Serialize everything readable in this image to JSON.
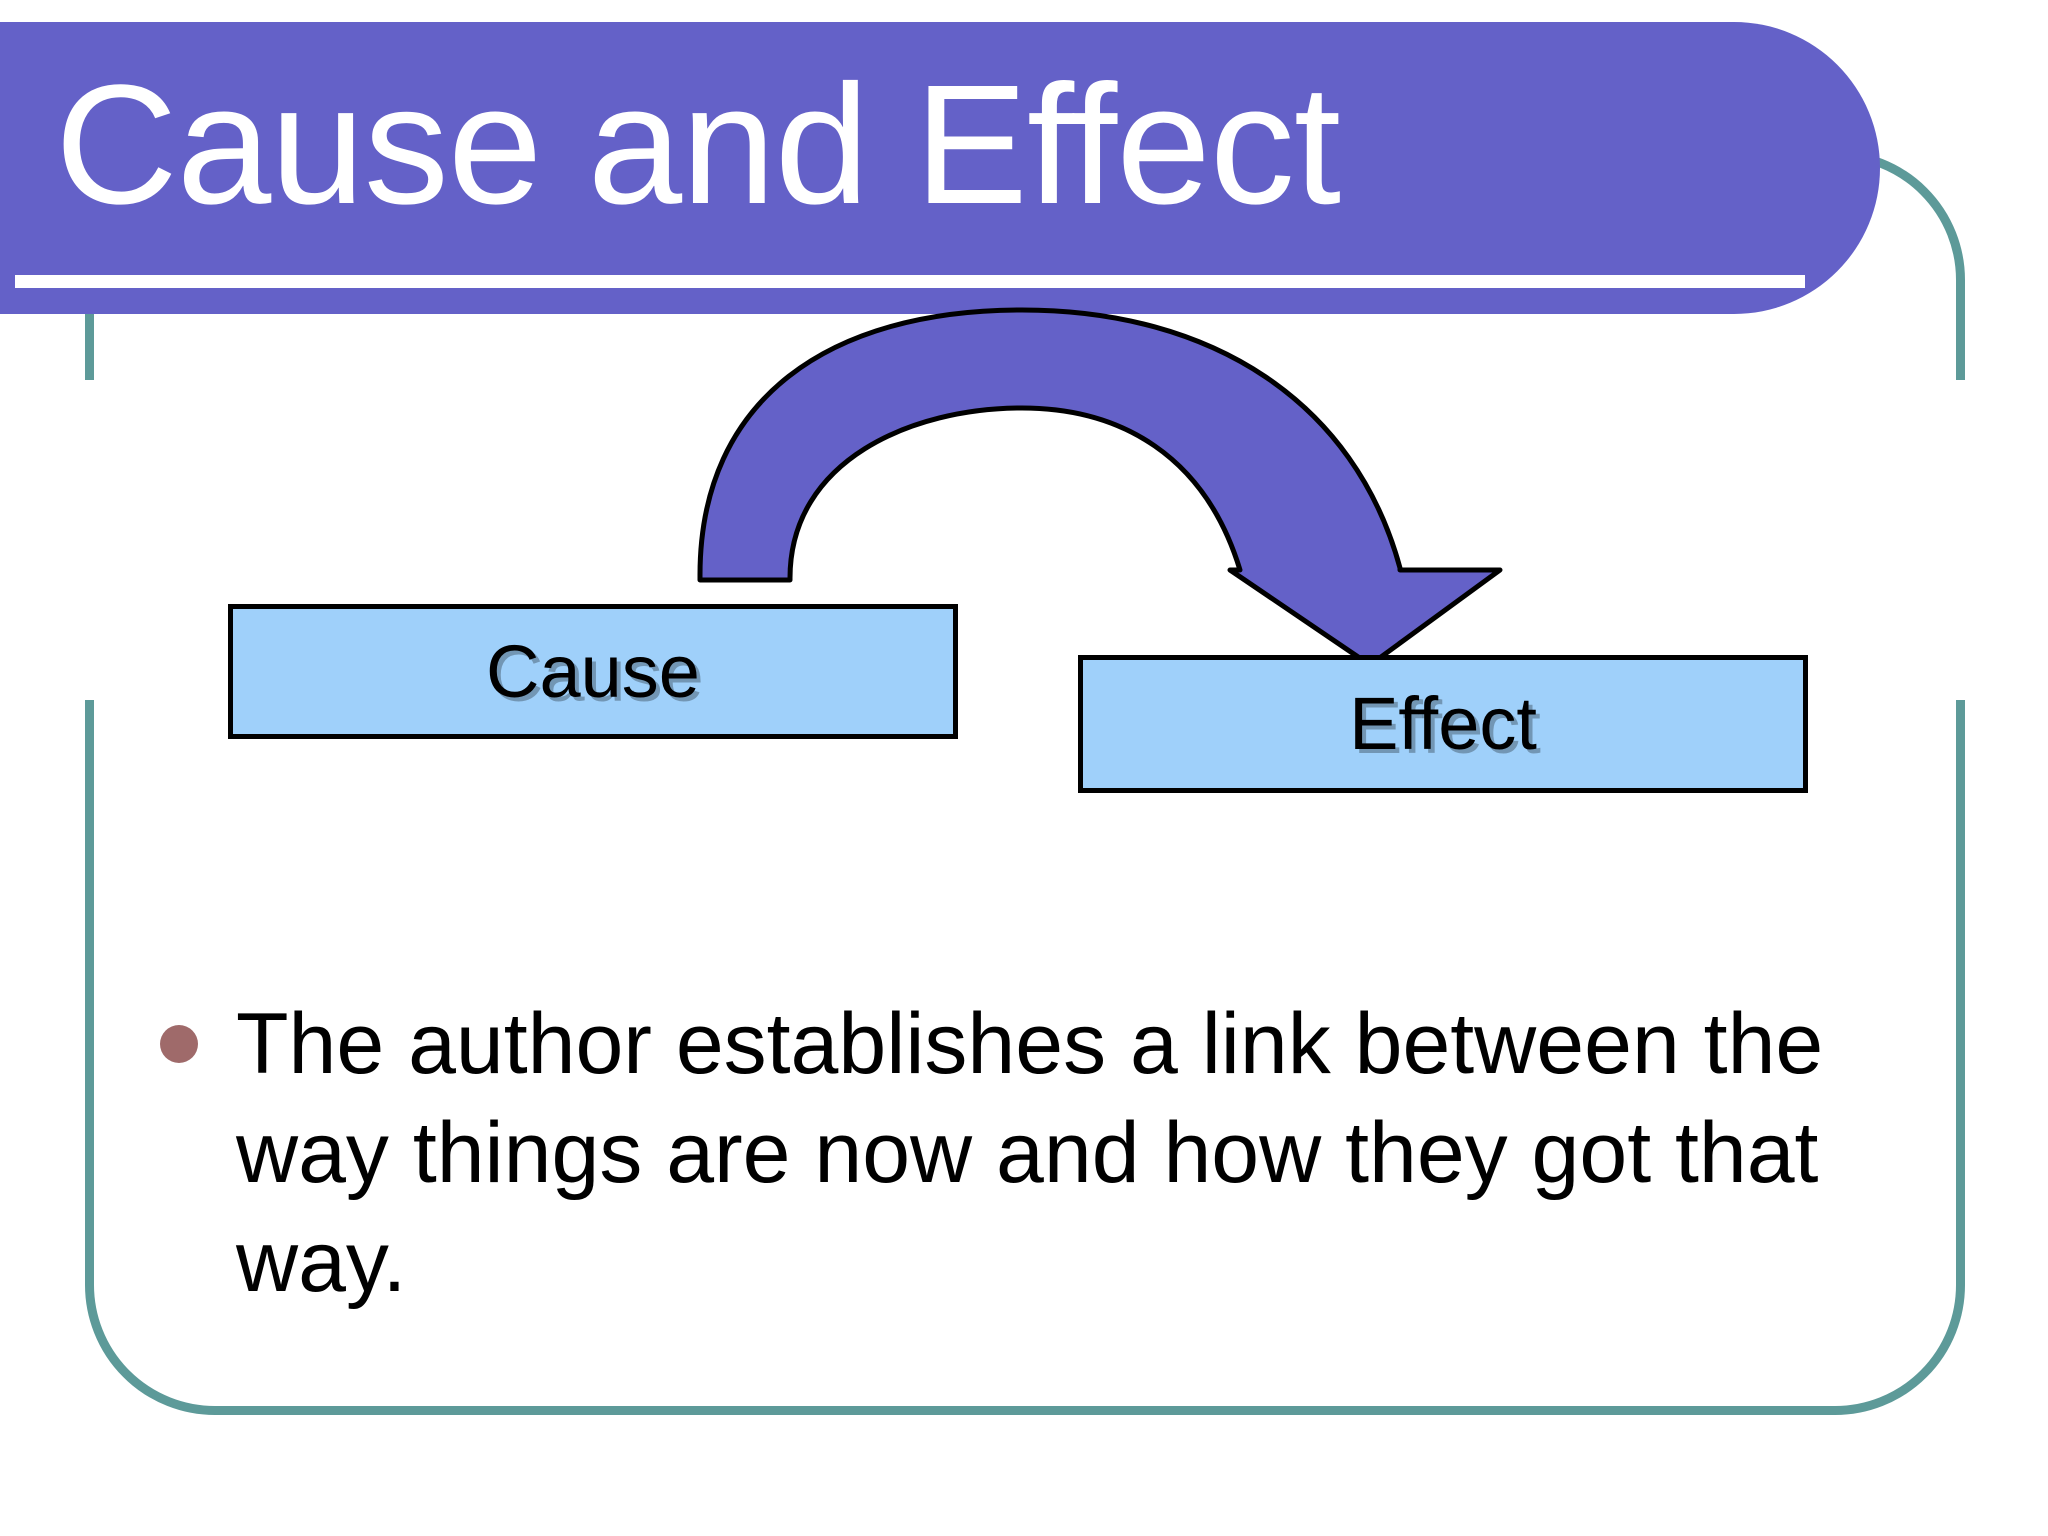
{
  "slide": {
    "title": "Cause and Effect",
    "background_color": "#ffffff",
    "frame_color": "#5d9a99",
    "banner_color": "#6461c8",
    "banner_rule_color": "#ffffff"
  },
  "diagram": {
    "type": "cause-effect-flow",
    "box_fill_color": "#9fd0fa",
    "box_border_color": "#000000",
    "arrow_fill_color": "#6461c8",
    "arrow_outline_color": "#000000",
    "nodes": [
      {
        "id": "cause",
        "label": "Cause"
      },
      {
        "id": "effect",
        "label": "Effect"
      }
    ],
    "arrow": {
      "from": "cause",
      "to": "effect",
      "shape": "curved-down-arrow",
      "direction": "left-to-right"
    }
  },
  "body": {
    "bullets": [
      {
        "marker_color": "#9f6a6a",
        "text": "The author establishes a link between the way things are now and how they got that way."
      }
    ]
  }
}
